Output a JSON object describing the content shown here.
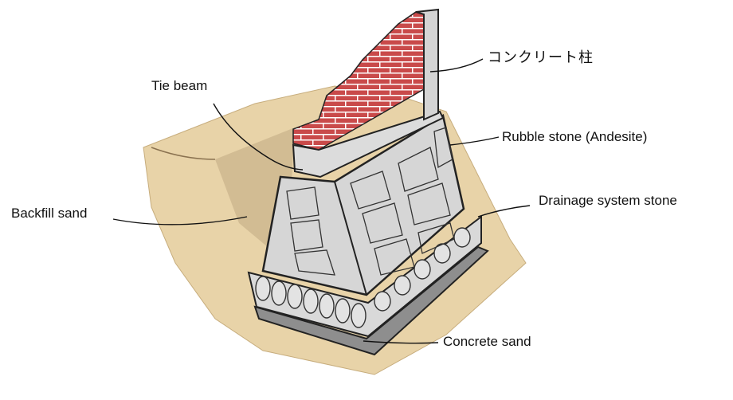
{
  "labels": {
    "concrete_column": "コンクリート柱",
    "tie_beam": "Tie beam",
    "rubble_stone": "Rubble stone (Andesite)",
    "backfill_sand": "Backfill sand",
    "drainage_stone": "Drainage system stone",
    "concrete_sand": "Concrete sand"
  },
  "colors": {
    "sand": "#e8d3a8",
    "sand_dark": "#cdb486",
    "brick": "#c94a4a",
    "brick_mortar": "#ffffff",
    "concrete": "#dcdcdc",
    "stone": "#d4d4d4",
    "stone_line": "#333333",
    "concrete_base": "#8e8e8e"
  }
}
